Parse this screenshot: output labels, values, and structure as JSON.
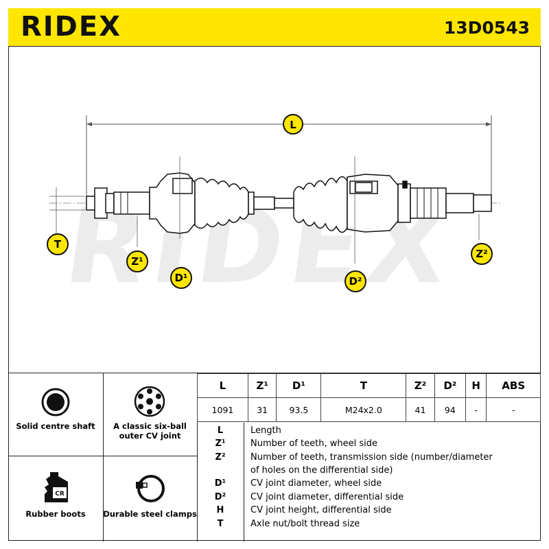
{
  "header": {
    "brand": "RIDEX",
    "part_number": "13D0543"
  },
  "drawing": {
    "watermark": "RIDEX",
    "dimension_label": "L",
    "badges": {
      "t": "T",
      "z1": "Z¹",
      "d1": "D¹",
      "d2": "D²",
      "z2": "Z²"
    }
  },
  "features": [
    {
      "label": "Solid centre shaft",
      "icon": "solid-circle-icon"
    },
    {
      "label": "A classic six-ball outer CV joint",
      "icon": "six-ball-joint-icon"
    },
    {
      "label": "Rubber boots",
      "icon": "rubber-boot-icon"
    },
    {
      "label": "Durable steel clamps",
      "icon": "steel-clamp-icon"
    }
  ],
  "boot_icon_text": "CR",
  "spec_table": {
    "headers": [
      "L",
      "Z¹",
      "D¹",
      "T",
      "Z²",
      "D²",
      "H",
      "ABS"
    ],
    "values": [
      "1091",
      "31",
      "93.5",
      "M24x2.0",
      "41",
      "94",
      "-",
      "-"
    ]
  },
  "legend": [
    {
      "key": "L",
      "text": "Length"
    },
    {
      "key": "Z¹",
      "text": "Number of teeth, wheel side"
    },
    {
      "key": "Z²",
      "text": "Number of teeth, transmission side (number/diameter"
    },
    {
      "key": "",
      "text": "of holes on the differential side)"
    },
    {
      "key": "D¹",
      "text": "CV joint diameter, wheel side"
    },
    {
      "key": "D²",
      "text": "CV joint diameter, differential side"
    },
    {
      "key": "H",
      "text": "CV joint height, differential side"
    },
    {
      "key": "T",
      "text": "Axle nut/bolt thread size"
    }
  ],
  "colors": {
    "accent": "#ffe600",
    "line": "#111111"
  }
}
